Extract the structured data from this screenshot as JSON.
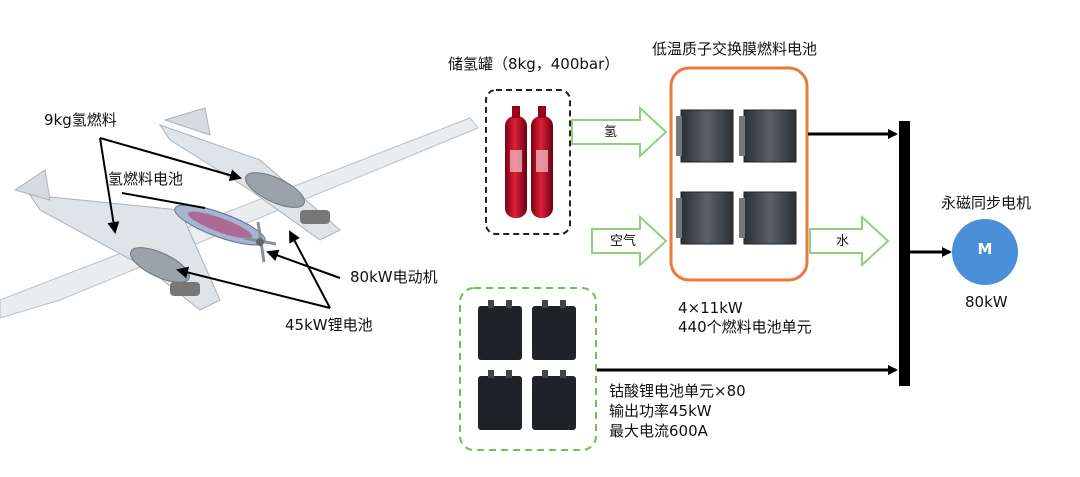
{
  "aircraft": {
    "h2_fuel_label": "9kg氢燃料",
    "fuel_cell_label": "氢燃料电池",
    "motor_label": "80kW电动机",
    "battery_label": "45kW锂电池"
  },
  "tank": {
    "label": "储氢罐（8kg，400bar）"
  },
  "fuel_cell_stack": {
    "title": "低温质子交换膜燃料电池",
    "spec_line1": "4×11kW",
    "spec_line2": "440个燃料电池单元"
  },
  "flows": {
    "hydrogen": "氢",
    "air": "空气",
    "water": "水"
  },
  "battery_pack": {
    "line1": "钴酸锂电池单元×80",
    "line2": "输出功率45kW",
    "line3": "最大电流600A"
  },
  "motor": {
    "title": "永磁同步电机",
    "letter": "M",
    "power": "80kW"
  },
  "colors": {
    "fuel_cell_border": "#e87a3a",
    "battery_border": "#6cc24a",
    "arrow_green": "#8fd17a",
    "motor_blue": "#4a90d9",
    "tank_red": "#c0102a",
    "bus_black": "#000000"
  }
}
